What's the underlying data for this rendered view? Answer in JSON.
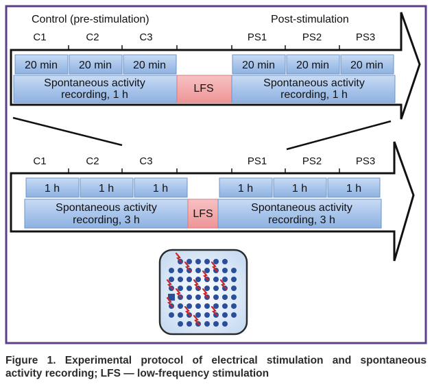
{
  "top_panel": {
    "group_left": "Control (pre-stimulation)",
    "group_right": "Post-stimulation",
    "tick_labels": [
      "C1",
      "C2",
      "C3",
      "PS1",
      "PS2",
      "PS3"
    ],
    "segment_labels": [
      "20 min",
      "20 min",
      "20 min",
      "20 min",
      "20 min",
      "20 min"
    ],
    "recording_left": [
      "Spontaneous activity",
      "recording, 1 h"
    ],
    "recording_right": [
      "Spontaneous activity",
      "recording, 1 h"
    ],
    "stimulus": "LFS"
  },
  "bottom_panel": {
    "tick_labels": [
      "C1",
      "C2",
      "C3",
      "PS1",
      "PS2",
      "PS3"
    ],
    "segment_labels": [
      "1 h",
      "1 h",
      "1 h",
      "1 h",
      "1 h",
      "1 h"
    ],
    "recording_left": [
      "Spontaneous activity",
      "recording, 3 h"
    ],
    "recording_right": [
      "Spontaneous activity",
      "recording, 3 h"
    ],
    "stimulus": "LFS"
  },
  "mea": {
    "grid_rows": 8,
    "grid_cols": 8,
    "electrode_color": "#2a4e9a",
    "stimulus_color": "#c9262a"
  },
  "colors": {
    "frame": "#5b3f8c",
    "segment_fill": "#a8c4ea",
    "segment_stroke": "#6d93c7",
    "lfs_fill": "#f2a9ab",
    "lfs_stroke": "#d47b7e"
  },
  "caption": {
    "line1": "Figure 1. Experimental protocol of electrical stimulation and spontaneous",
    "line2": "activity recording; LFS — low-frequency stimulation"
  }
}
